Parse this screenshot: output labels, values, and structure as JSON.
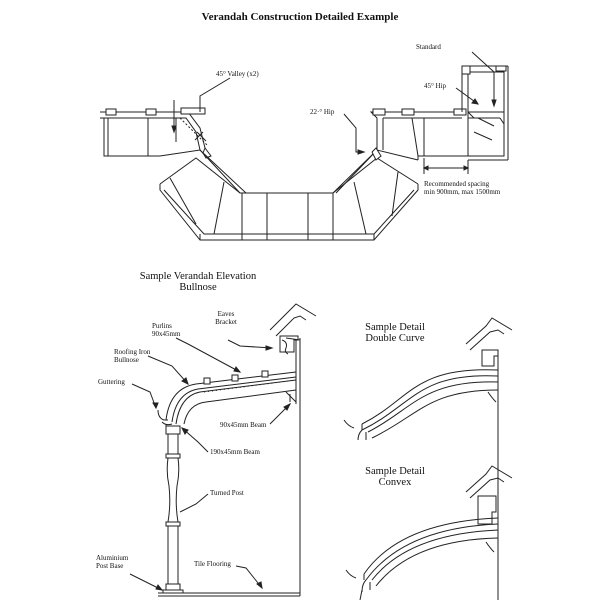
{
  "title": "Verandah Construction Detailed Example",
  "plan_labels": {
    "standard": "Standard",
    "hip45": "45° Hip",
    "valley45": "45° Valley (x2)",
    "hip22": "22·° Hip",
    "spacing_line1": "Recommended spacing",
    "spacing_line2": "min 900mm, max 1500mm"
  },
  "elevation": {
    "heading_line1": "Sample Verandah Elevation",
    "heading_line2": "Bullnose",
    "eaves_line1": "Eaves",
    "eaves_line2": "Bracket",
    "purlins_line1": "Purlins",
    "purlins_line2": "90x45mm",
    "roofing_line1": "Roofing Iron",
    "roofing_line2": "Bullnose",
    "guttering": "Guttering",
    "beam90": "90x45mm Beam",
    "beam190": "190x45mm Beam",
    "turned_post": "Turned Post",
    "alum_line1": "Aluminium",
    "alum_line2": "Post Base",
    "tile": "Tile Flooring"
  },
  "details": {
    "double_line1": "Sample Detail",
    "double_line2": "Double Curve",
    "convex_line1": "Sample Detail",
    "convex_line2": "Convex"
  }
}
